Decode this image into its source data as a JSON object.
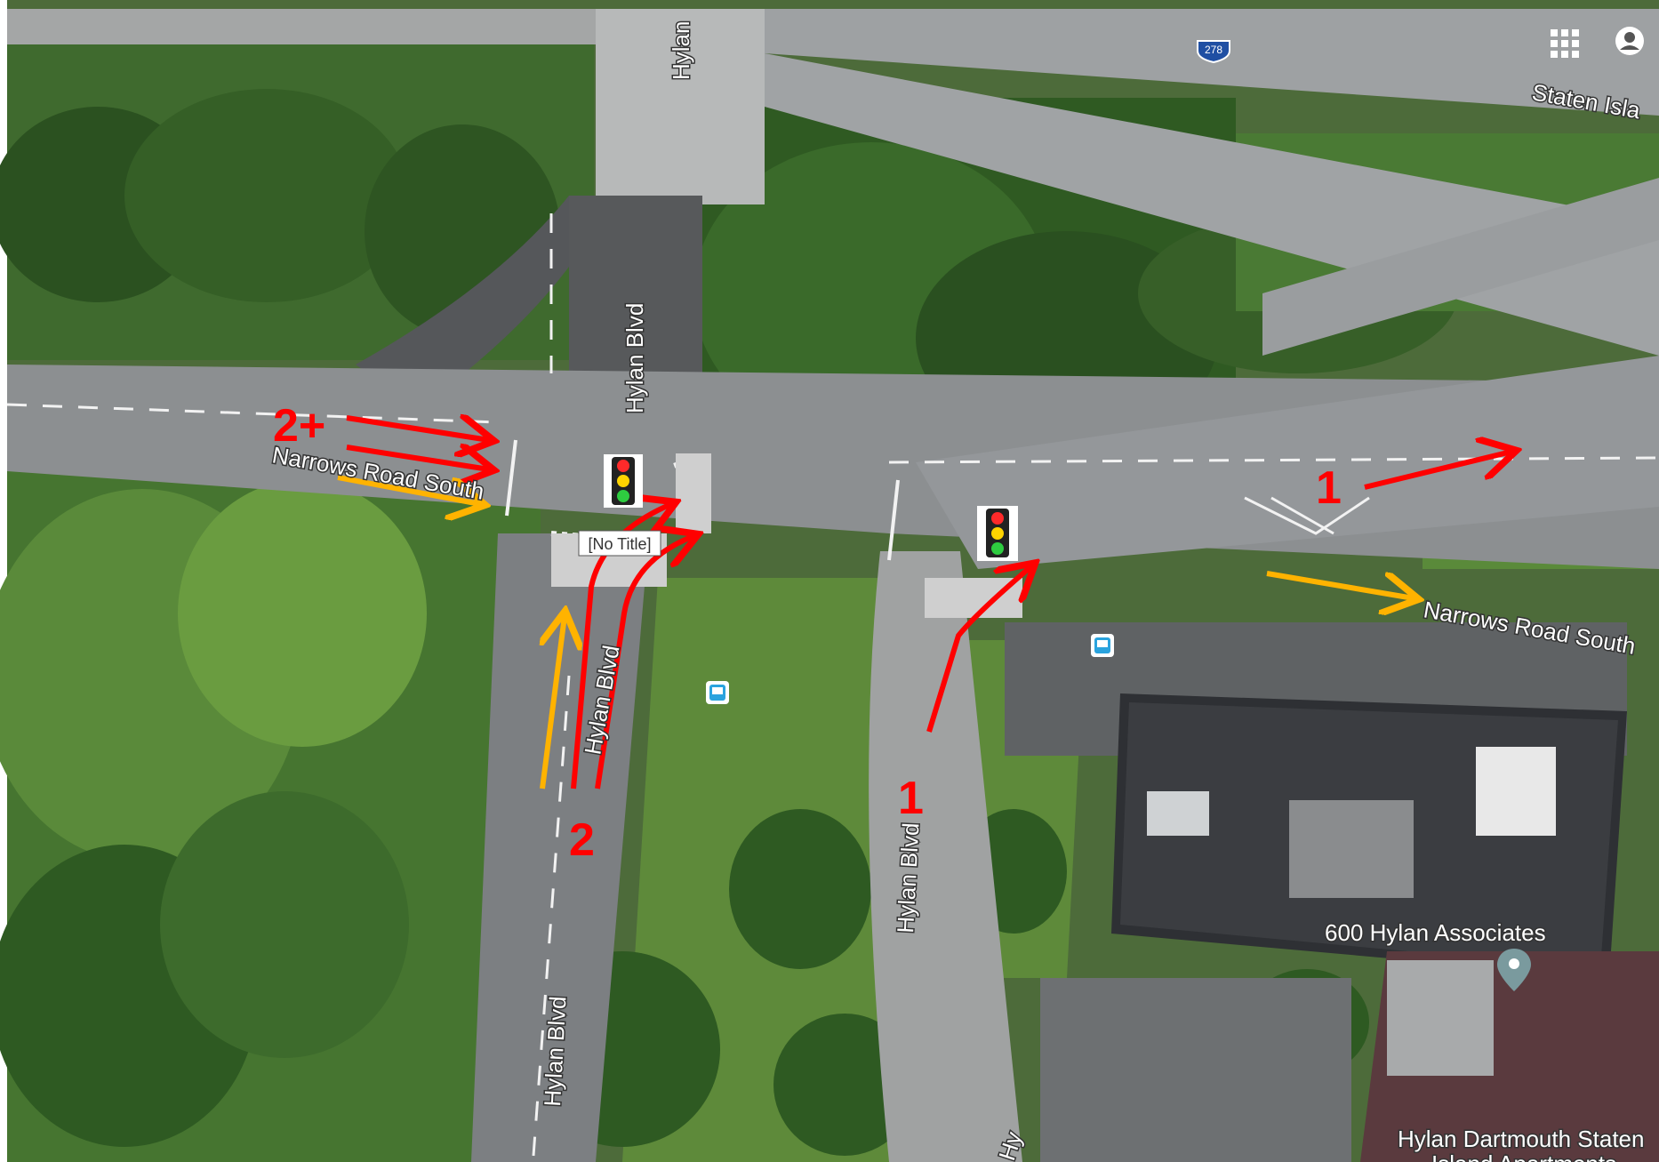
{
  "map": {
    "type": "satellite",
    "streets": {
      "narrows_west": "Narrows Road South",
      "narrows_east": "Narrows Road South",
      "hylan_top": "Hylan",
      "hylan_upper": "Hylan Blvd",
      "hylan_mid": "Hylan Blvd",
      "hylan_lower": "Hylan Blvd",
      "hylan_service": "Hylan Blvd",
      "hylan_bottom": "Hy",
      "staten_island_expwy": "Staten Isla"
    },
    "shield": "278",
    "places": {
      "associates": "600 Hylan Associates",
      "dartmouth_line1": "Hylan Dartmouth Staten",
      "dartmouth_line2": "Island Apartments"
    },
    "popup": "[No Title]",
    "annotations": {
      "label_1_east": "1",
      "label_1_south": "1",
      "label_2_south": "2",
      "label_2plus_west": "2+"
    },
    "colors": {
      "route_primary": "#ff0000",
      "route_secondary": "#ffb300",
      "road": "#8a8e90",
      "sidewalk": "#bdbab2",
      "grass": "#5e8a3a",
      "trees": "#2f5a22"
    },
    "icons": [
      "apps-grid-icon",
      "account-icon",
      "traffic-light-icon",
      "bus-stop-icon",
      "place-pin-icon"
    ]
  }
}
